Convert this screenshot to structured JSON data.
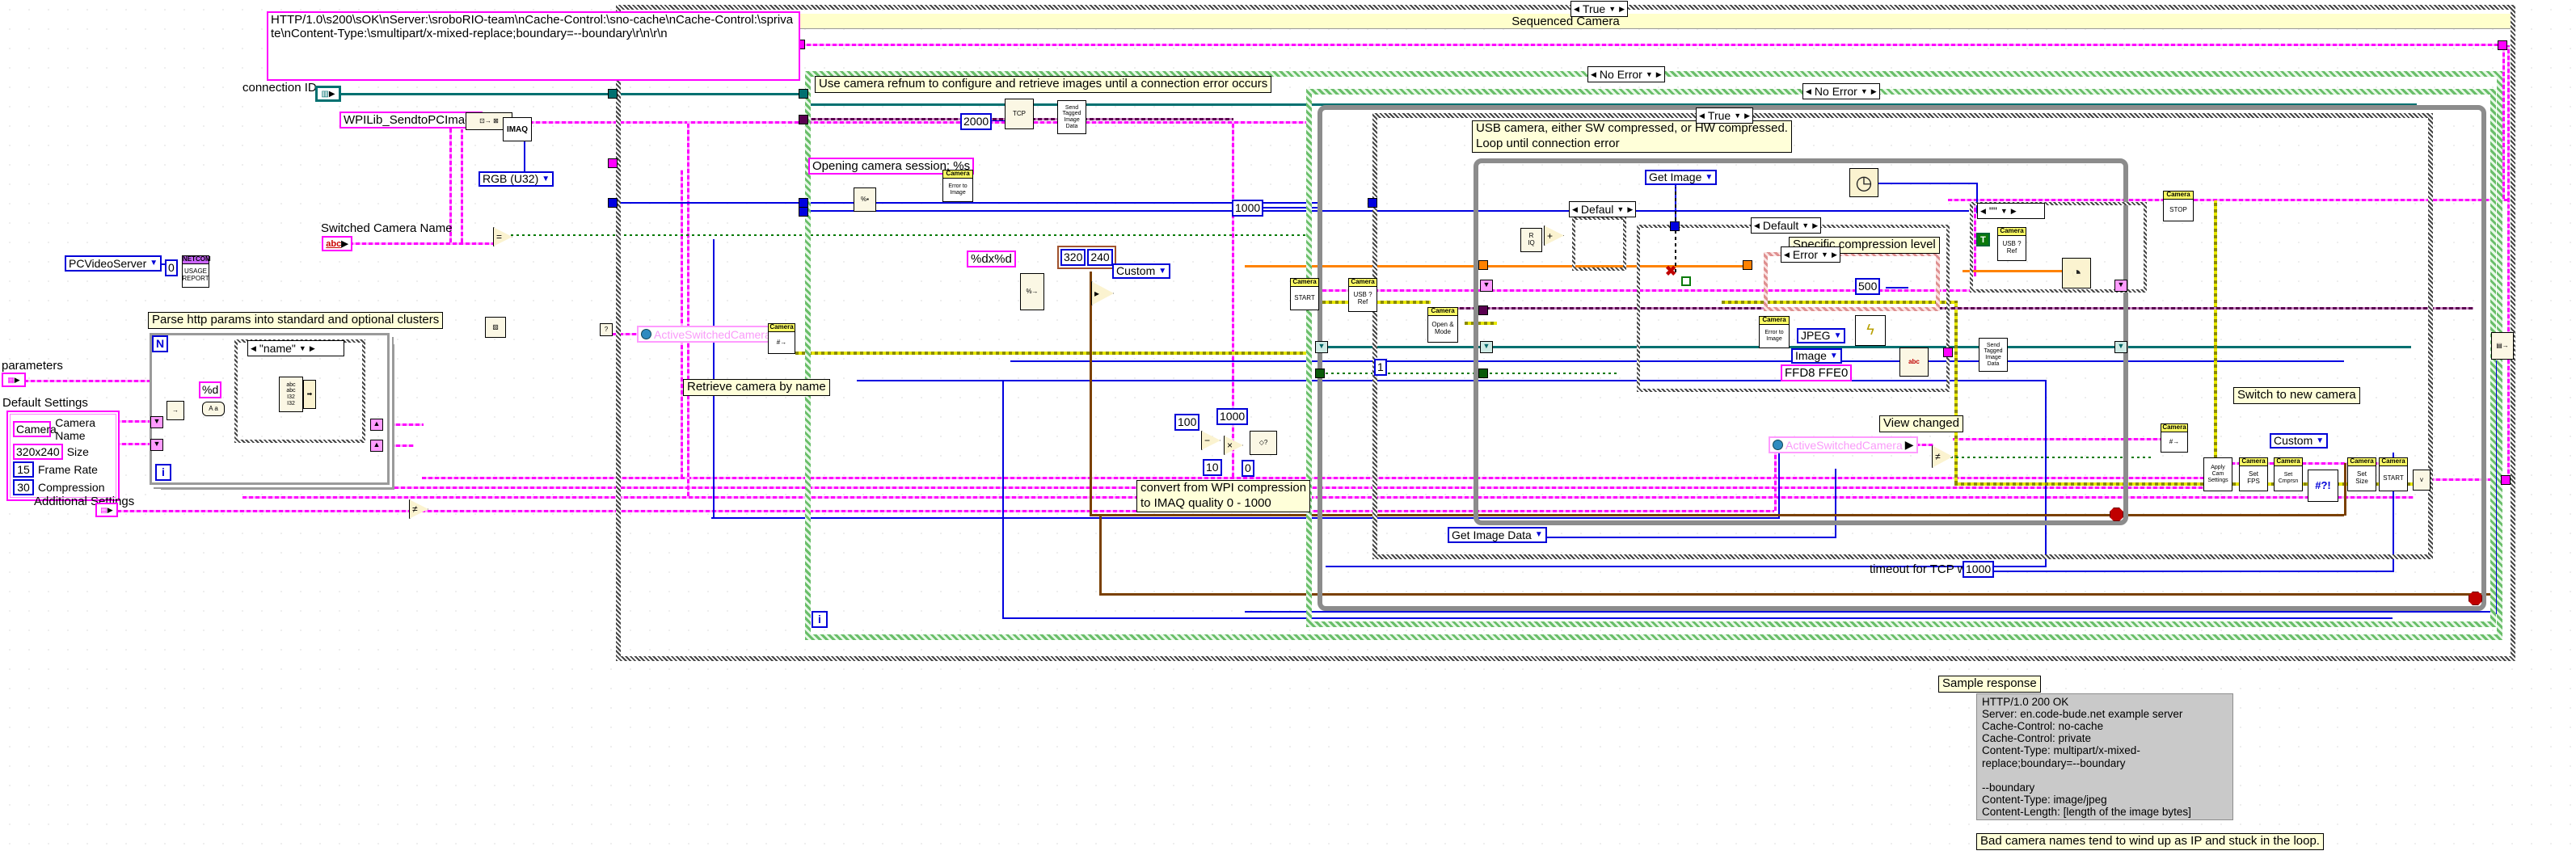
{
  "outer_case": {
    "selector": "True",
    "title": "Sequenced Camera"
  },
  "cases": {
    "no_error_1": "No Error",
    "no_error_2": "No Error",
    "inner_true": "True",
    "default_small": "Defaul",
    "default_deep": "Default",
    "error": "Error",
    "name": "\"name\"",
    "empty": "\"\""
  },
  "icons": {
    "left_arrow": "◀",
    "right_arrow": "▶",
    "dropdown": "▼",
    "clock": "◷",
    "watch": "◔",
    "lightning": "ϟ",
    "red_x": "✖",
    "doc": "▤",
    "grid": "▦",
    "abc": "abc",
    "scan": "%→",
    "fmt": "%▪",
    "tcp": "TCP",
    "write_glyph": "▤→",
    "retrieve_glyph": "#→",
    "clear_err": "#?!",
    "build_v": "v",
    "inrange": "◇?",
    "q": "?"
  },
  "comments": {
    "use_camera": "Use camera refnum to configure and retrieve images until a connection error occurs",
    "parse_http": "Parse http params into standard and optional clusters",
    "usb_camera": "USB camera, either SW compressed, or HW compressed.\nLoop until connection error",
    "specific_compression": "Specific compression level",
    "retrieve_camera": "Retrieve camera by name",
    "convert_wpi": "convert from WPI compression\nto IMAQ quality 0 - 1000",
    "view_changed": "View changed",
    "switch_camera": "Switch to new camera",
    "sample_response": "Sample response",
    "bad_camera": "Bad camera names tend to wind up as IP and stuck in the loop.",
    "timeout_tcp": "timeout for TCP write"
  },
  "labels": {
    "connection_id": "connection ID",
    "switched_camera_name": "Switched Camera Name",
    "parameters": "parameters",
    "default_settings": "Default Settings",
    "additional_settings": "Additional Settings",
    "camera_name": "Camera Name",
    "size": "Size",
    "frame_rate": "Frame Rate",
    "compression": "Compression"
  },
  "strings": {
    "http_header": "HTTP/1.0\\s200\\sOK\\nServer:\\sroboRIO-team\\nCache-Control:\\sno-cache\\nCache-Control:\\sprivate\\nContent-Type:\\smultipart/x-mixed-replace;boundary=--boundary\\r\\n\\r\\n",
    "wpilib": "WPILib_SendtoPCImage",
    "opening_session": "Opening camera session: %s",
    "fmt_d": "%d",
    "fmt_dxd": "%dx%d",
    "jpeg_magic": "FFD8 FFE0",
    "camera_default": "Camera",
    "size_default": "320x240"
  },
  "numbers": {
    "port": "0",
    "tcp_2000": "2000",
    "loop_1000": "1000",
    "one": "1",
    "q100": "100",
    "q1000": "1000",
    "q10": "10",
    "q0": "0",
    "w320": "320",
    "h240": "240",
    "c500": "500",
    "fps15": "15",
    "comp30": "30",
    "tcp_timeout": "1000"
  },
  "enums": {
    "pcvideoserver": "PCVideoServer",
    "rgb_u32": "RGB (U32)",
    "custom1": "Custom",
    "custom2": "Custom",
    "get_image": "Get Image",
    "get_image_data": "Get Image Data",
    "jpeg": "JPEG",
    "image": "Image"
  },
  "globals": {
    "active_switched_camera_1": "ActiveSwitchedCamera",
    "active_switched_camera_2": "ActiveSwitchedCamera"
  },
  "nodes": {
    "camera_hdr": "Camera",
    "netcom_hdr": "NETCOM",
    "netcom_body": "USAGE\nREPORT",
    "imaq": "IMAQ",
    "send_tagged": "Send\nTagged\nImage\nData",
    "error_to_image": "Error to\nImage",
    "start": "START",
    "stop": "STOP",
    "usb_ref": "USB ?\nRef",
    "open_mode": "Open &\nMode",
    "set_fps": "Set\nFPS",
    "set_cmprsn": "Set\nCmprsn",
    "set_size": "Set\nSize",
    "apply_cam": "Apply\nCam\nSettings",
    "quot_body": "R\nIQ",
    "true_const": "T",
    "for_n": "N",
    "for_i": "i",
    "while_i": "i"
  },
  "ops": {
    "add": "+",
    "sub": "−",
    "mul": "×",
    "eq": "=",
    "neq1": "≠",
    "neq2": "≠",
    "select": "▸"
  },
  "sample_response": {
    "body": "HTTP/1.0 200 OK\nServer: en.code-bude.net example server\nCache-Control: no-cache\nCache-Control: private\nContent-Type: multipart/x-mixed-replace;boundary=--boundary\n\n--boundary\nContent-Type: image/jpeg\nContent-Length: [length of the image bytes]"
  }
}
